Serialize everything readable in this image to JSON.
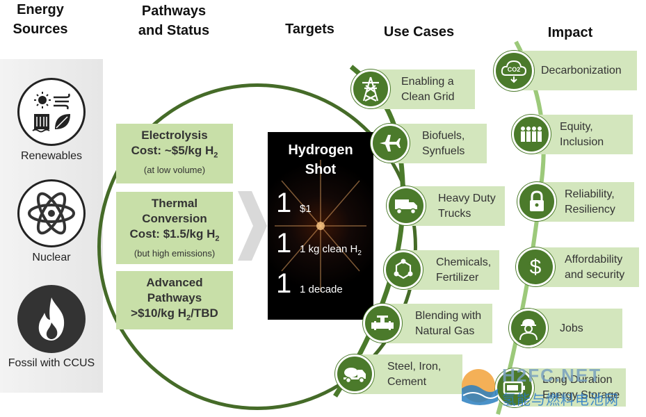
{
  "headers": {
    "sources_line1": "Energy",
    "sources_line2": "Sources",
    "pathways_line1": "Pathways",
    "pathways_line2": "and Status",
    "targets": "Targets",
    "use_cases": "Use Cases",
    "impact": "Impact"
  },
  "sources": [
    {
      "label": "Renewables",
      "icon": "renewables-icon"
    },
    {
      "label": "Nuclear",
      "icon": "atom-icon"
    },
    {
      "label": "Fossil with CCUS",
      "icon": "flame-icon"
    }
  ],
  "pathways": [
    {
      "title": "Electrolysis",
      "cost": "Cost: ~$5/kg H",
      "sub": "2",
      "note": "(at low volume)"
    },
    {
      "title1": "Thermal",
      "title2": "Conversion",
      "cost": "Cost: $1.5/kg H",
      "sub": "2",
      "note": "(but high emissions)"
    },
    {
      "title1": "Advanced",
      "title2": "Pathways",
      "cost": ">$10/kg H",
      "sub": "2",
      "cost_tail": "/TBD"
    }
  ],
  "hydrogen_shot": {
    "title1": "Hydrogen",
    "title2": "Shot",
    "rows": [
      {
        "num": "1",
        "text": "$1"
      },
      {
        "num": "1",
        "text": "1 kg clean H",
        "sub": "2"
      },
      {
        "num": "1",
        "text": "1 decade"
      }
    ]
  },
  "use_cases": [
    {
      "l1": "Enabling a",
      "l2": "Clean Grid",
      "icon": "transmission-tower-icon"
    },
    {
      "l1": "Biofuels,",
      "l2": "Synfuels",
      "icon": "airplane-icon"
    },
    {
      "l1": "Heavy Duty",
      "l2": "Trucks",
      "icon": "truck-icon"
    },
    {
      "l1": "Chemicals,",
      "l2": "Fertilizer",
      "icon": "molecule-icon"
    },
    {
      "l1": "Blending with",
      "l2": "Natural Gas",
      "icon": "pipeline-icon"
    },
    {
      "l1": "Steel, Iron,",
      "l2": "Cement",
      "icon": "cement-mixer-icon"
    }
  ],
  "impacts": [
    {
      "l1": "Decarbonization",
      "l2": "",
      "icon": "co2-cloud-icon"
    },
    {
      "l1": "Equity,",
      "l2": "Inclusion",
      "icon": "people-icon"
    },
    {
      "l1": "Reliability,",
      "l2": "Resiliency",
      "icon": "lock-icon"
    },
    {
      "l1": "Affordability",
      "l2": "and security",
      "icon": "dollar-icon"
    },
    {
      "l1": "Jobs",
      "l2": "",
      "icon": "worker-icon"
    },
    {
      "l1": "Long Duration",
      "l2": "Energy Storage",
      "icon": "battery-icon"
    }
  ],
  "watermark": {
    "line1": "H2FC.NET",
    "line2": "氢能与燃料电池网"
  },
  "colors": {
    "dark_green": "#4b7a2b",
    "light_green": "#d3e6bd",
    "path_green": "#c8dfa8",
    "vine_green": "#8dc06a"
  }
}
